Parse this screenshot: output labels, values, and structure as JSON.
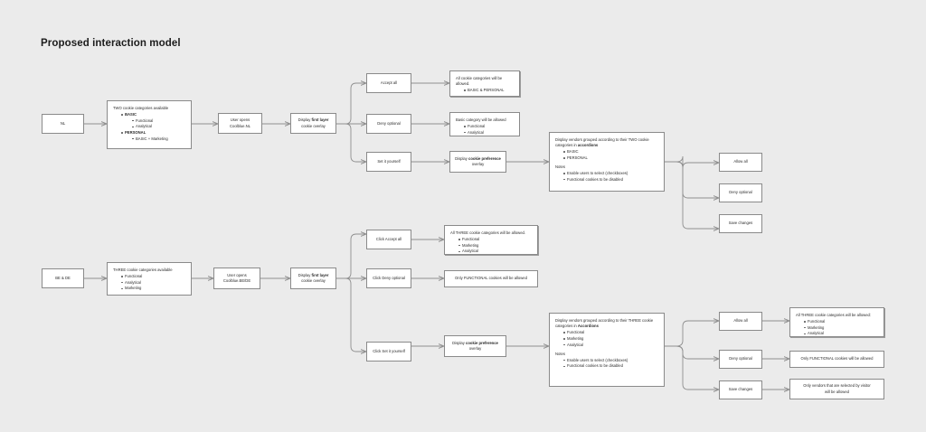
{
  "page": {
    "title": "Proposed interaction model",
    "background": "#ebebeb",
    "node_fill": "#ffffff",
    "node_border": "#8a8a8a",
    "connector_color": "#8f8f8f"
  },
  "flows": [
    {
      "id": "nl-flow",
      "start": {
        "label": "NL"
      },
      "categories": {
        "heading": "TWO cookie categories available",
        "items": [
          {
            "label": "BASIC",
            "bold": true,
            "children": [
              "Functional",
              "Analytical"
            ]
          },
          {
            "label": "PERSONAL",
            "bold": true,
            "children": [
              "BASIC + Marketing"
            ]
          }
        ]
      },
      "open": {
        "line1": "User opens",
        "line2": "Coolblue.NL"
      },
      "overlay": {
        "line1_plain": "Display ",
        "line1_bold": "first layer",
        "line2": "cookie overlay"
      },
      "branches": [
        {
          "action": "Accept all",
          "result": {
            "heading": "All cookie categories will be allowed.",
            "items": [
              "BASIC & PERSONAL"
            ]
          }
        },
        {
          "action": "Deny optional",
          "result": {
            "heading": "Basic category will be allowed",
            "items": [
              "Functional",
              "Analytical"
            ]
          }
        },
        {
          "action": "Set it yourself",
          "result": {
            "line1_plain": "Display ",
            "line1_bold": "cookie preference",
            "line2": "overlay"
          }
        }
      ],
      "vendors": {
        "heading_plain_1": "Display vendors grouped according to their TWO cookie categories in ",
        "heading_bold": "accordions",
        "items": [
          "BASIC",
          "PERSONAL"
        ],
        "notes_heading": "Notes",
        "notes": [
          "Enable users to select (checkboxes)",
          "Functional cookies to be disabled"
        ]
      },
      "actions": [
        {
          "label": "Allow all"
        },
        {
          "label": "Deny optional"
        },
        {
          "label": "Save changes"
        }
      ]
    },
    {
      "id": "bede-flow",
      "start": {
        "label": "BE & DE"
      },
      "categories": {
        "heading": "THREE cookie categories available",
        "items": [
          {
            "label": "Functional",
            "bold": false,
            "children": []
          },
          {
            "label": "Analytical",
            "bold": false,
            "children": []
          },
          {
            "label": "Marketing",
            "bold": false,
            "children": []
          }
        ]
      },
      "open": {
        "line1": "User opens",
        "line2": "Coolblue.BE/DE"
      },
      "overlay": {
        "line1_plain": "Display ",
        "line1_bold": "first layer",
        "line2": "cookie overlay"
      },
      "branches": [
        {
          "action": "Click Accept all",
          "result": {
            "heading": "All THREE cookie categories will be allowed.",
            "items": [
              "Functional",
              "Marketing",
              "Analytical"
            ]
          }
        },
        {
          "action": "Click Deny optional",
          "result": {
            "heading": "Only FUNCTIONAL cookies will be allowed",
            "items": []
          }
        },
        {
          "action": "Click Set it yourself",
          "result": {
            "line1_plain": "Display ",
            "line1_bold": "cookie preference",
            "line2": "overlay"
          }
        }
      ],
      "vendors": {
        "heading_plain_1": "Display vendors grouped according to their THREE cookie categories in ",
        "heading_bold": "Accordions",
        "items": [
          "Functional",
          "Marketing",
          "Analytical"
        ],
        "notes_heading": "Notes",
        "notes": [
          "Enable users to select (checkboxes)",
          "Functional cookies to be disabled"
        ]
      },
      "actions": [
        {
          "label": "Allow all",
          "outcome": {
            "heading": "All THREE cookie categories will be allowed:",
            "items": [
              "Functional",
              "Marketing",
              "Analytical"
            ]
          }
        },
        {
          "label": "Deny optional",
          "outcome": {
            "heading": "Only FUNCTIONAL cookies will be allowed",
            "items": []
          }
        },
        {
          "label": "Save changes",
          "outcome": {
            "line1": "Only vendors that are selected by visitor",
            "line2": "will be allowed"
          }
        }
      ]
    }
  ]
}
